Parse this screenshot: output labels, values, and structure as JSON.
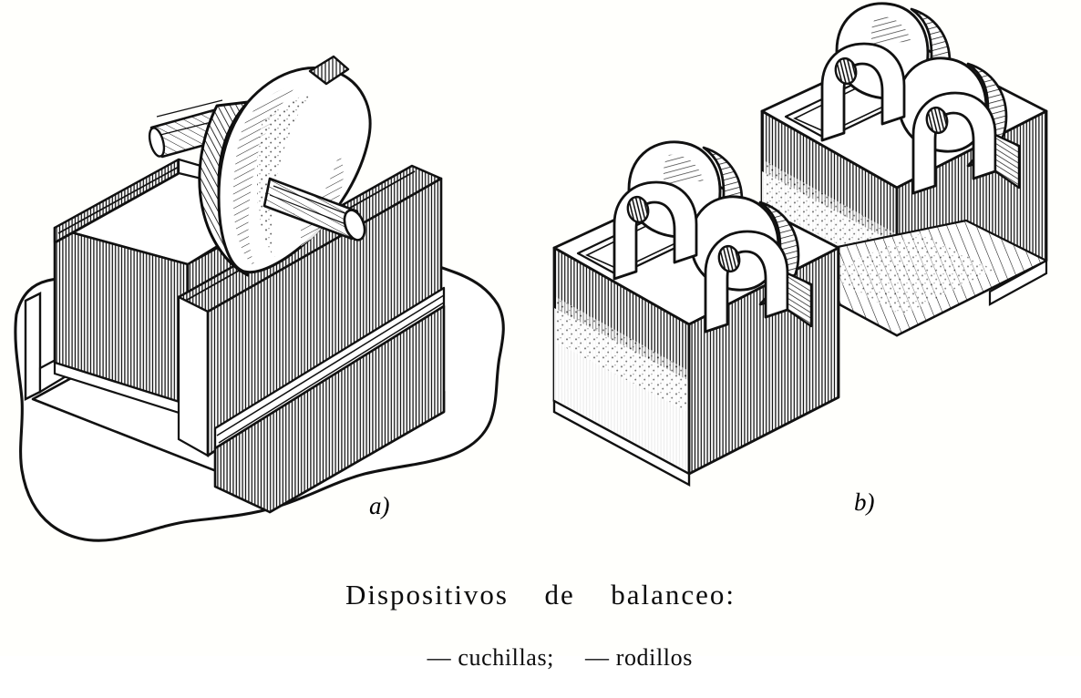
{
  "page": {
    "background_color": "#fffffc",
    "ink_color": "#000000"
  },
  "caption": {
    "title": "Dispositivos  de  balanceo:",
    "line2_left": "— cuchillas;",
    "line2_right": "— rodillos",
    "full_text": "Dispositivos de balanceo: — cuchillas; — rodillos"
  },
  "figures": [
    {
      "id": "a",
      "label": "a)",
      "name": "knife-edge-balancing-device",
      "caption_term": "cuchillas",
      "description": "Rotor disc on a shaft resting on two parallel knife-edge rails mounted on a base block set into broken-out ground",
      "parts": [
        "rotor-disc",
        "rotor-shaft",
        "knife-edge-rail-left",
        "knife-edge-rail-right",
        "base-plate",
        "ground-breakout-outline"
      ]
    },
    {
      "id": "b",
      "label": "b)",
      "name": "roller-balancing-device",
      "caption_term": "rodillos",
      "description": "Two pedestal blocks, each carrying a pair of rollers held in arched bearing brackets with axle holes",
      "parts": [
        "pedestal-block-front",
        "pedestal-block-rear",
        "roller-pair-front",
        "roller-pair-rear",
        "bearing-bracket-arch",
        "axle-hole"
      ]
    }
  ]
}
